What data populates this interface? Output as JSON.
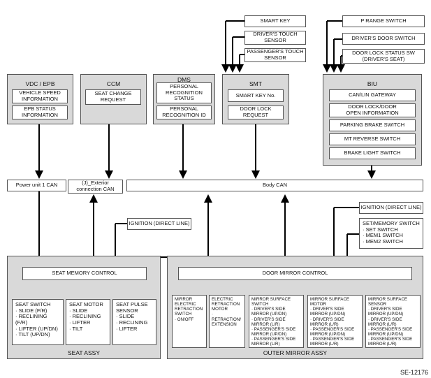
{
  "top_inputs": {
    "smart_key": "SMART KEY",
    "drivers_touch_sensor": "DRIVER'S TOUCH\nSENSOR",
    "passengers_touch_sensor": "PASSENGER'S TOUCH\nSENSOR",
    "p_range_switch": "P RANGE SWITCH",
    "drivers_door_switch": "DRIVER'S DOOR SWITCH",
    "door_lock_status_sw": "DOOR LOCK STATUS SW\n(DRIVER'S SEAT)"
  },
  "units": {
    "vdc": {
      "title": "VDC / EPB",
      "items": [
        "VEHICLE SPEED\nINFORMATION",
        "EPB STATUS\nINFORMATION"
      ]
    },
    "ccm": {
      "title": "CCM",
      "items": [
        "SEAT CHANGE\nREQUEST"
      ]
    },
    "dms": {
      "title": "DMS",
      "items": [
        "PERSONAL\nRECOGNITION\nSTATUS",
        "PERSONAL\nRECOGNITION ID"
      ]
    },
    "smt": {
      "title": "SMT",
      "items": [
        "SMART KEY No.",
        "DOOR LOCK\nREQUEST"
      ]
    },
    "biu": {
      "title": "BIU",
      "items": [
        "CAN/LIN GATEWAY",
        "DOOR LOCK/DOOR\nOPEN INFORMATION",
        "PARKING BRAKE SWITCH",
        "MT REVERSE SWITCH",
        "BRAKE LIGHT SWITCH"
      ]
    }
  },
  "buses": {
    "power_unit": "Power unit 1 CAN",
    "exterior": "(J)_Exterior\nconnection CAN",
    "body": "Body CAN"
  },
  "ignition_left": "IGNITION (DIRECT LINE)",
  "ignition_right": "IGNITION (DIRECT LINE)",
  "set_memory": {
    "title": "SET/MEMORY SWITCH",
    "items": [
      "· SET SWITCH",
      "· MEM1 SWITCH",
      "· MEM2 SWITCH"
    ]
  },
  "seat_assy": {
    "label": "SEAT ASSY",
    "control": "SEAT MEMORY CONTROL",
    "seat_switch": {
      "title": "SEAT SWITCH",
      "items": [
        "· SLIDE (F/R)",
        "· RECLINING (F/R)",
        "· LIFTER (UP/DN)",
        "· TILT (UP/DN)"
      ]
    },
    "seat_motor": {
      "title": "SEAT MOTOR",
      "items": [
        "· SLIDE",
        "· RECLINING",
        "· LIFTER",
        "· TILT"
      ]
    },
    "seat_pulse": {
      "title": "SEAT PULSE\nSENSOR",
      "items": [
        "· SLIDE",
        "· RECLINING",
        "· LIFTER"
      ]
    }
  },
  "mirror_assy": {
    "label": "OUTER MIRROR ASSY",
    "control": "DOOR MIRROR CONTROL",
    "boxes": [
      "MIRROR\nELECTRIC\nRETRACTION\nSWITCH\n· ON/OFF",
      "ELECTRIC\nRETRACTION\nMOTOR\n· RETRACTION/\nEXTENSION",
      "MIRROR SURFACE\nSWITCH\n· DRIVER'S SIDE\nMIRROR (UP/DN)\n· DRIVER'S SIDE\nMIRROR (L/R)\n· PASSENGER'S SIDE\nMIRROR (UP/DN)\n· PASSENGER'S SIDE\nMIRROR (L/R)",
      "MIRROR SURFACE\nMOTOR\n· DRIVER'S SIDE\nMIRROR (UP/DN)\n· DRIVER'S SIDE\nMIRROR (L/R)\n· PASSENGER'S SIDE\nMIRROR (UP/DN)\n· PASSENGER'S SIDE\nMIRROR (L/R)",
      "MIRROR SURFACE\nSENSOR\n· DRIVER'S SIDE\nMIRROR (UP/DN)\n· DRIVER'S SIDE\nMIRROR (L/R)\n· PASSENGER'S SIDE\nMIRROR (UP/DN)\n· PASSENGER'S SIDE\nMIRROR (L/R)"
    ]
  },
  "figure_code": "SE-12176"
}
